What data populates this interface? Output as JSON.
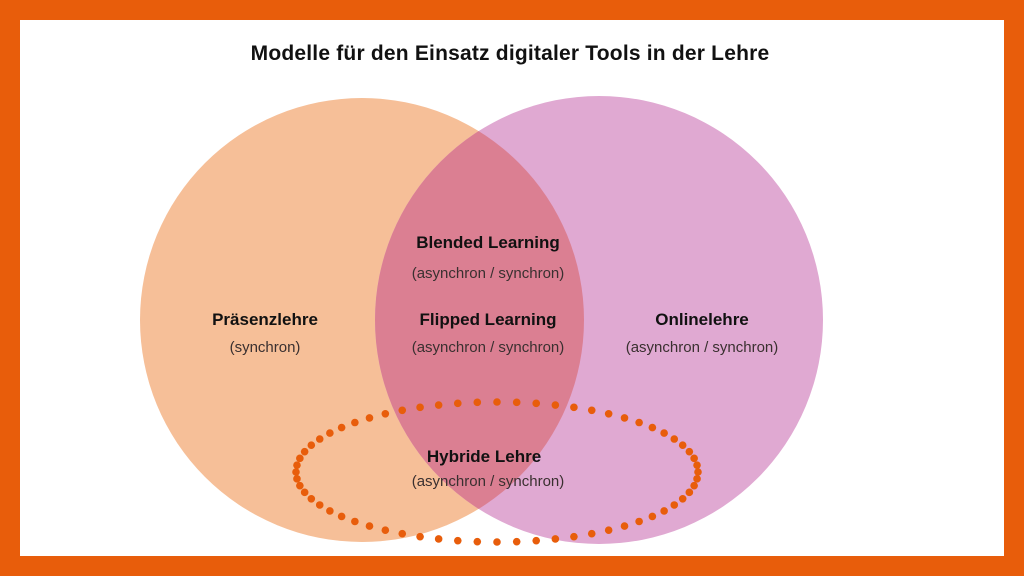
{
  "title": "Modelle für den Einsatz digitaler Tools in der Lehre",
  "colors": {
    "frame": "#e85d0b",
    "left": "#f6bf98",
    "right": "#e0a9d2",
    "overlap": "#db7f92",
    "dots": "#e85d0b"
  },
  "regions": {
    "praesenz": {
      "label": "Präsenzlehre",
      "sub": "(synchron)"
    },
    "online": {
      "label": "Onlinelehre",
      "sub": "(asynchron / synchron)"
    },
    "blended": {
      "label": "Blended Learning",
      "sub": "(asynchron / synchron)"
    },
    "flipped": {
      "label": "Flipped Learning",
      "sub": "(asynchron / synchron)"
    },
    "hybrid": {
      "label": "Hybride Lehre",
      "sub": "(asynchron / synchron)"
    }
  }
}
